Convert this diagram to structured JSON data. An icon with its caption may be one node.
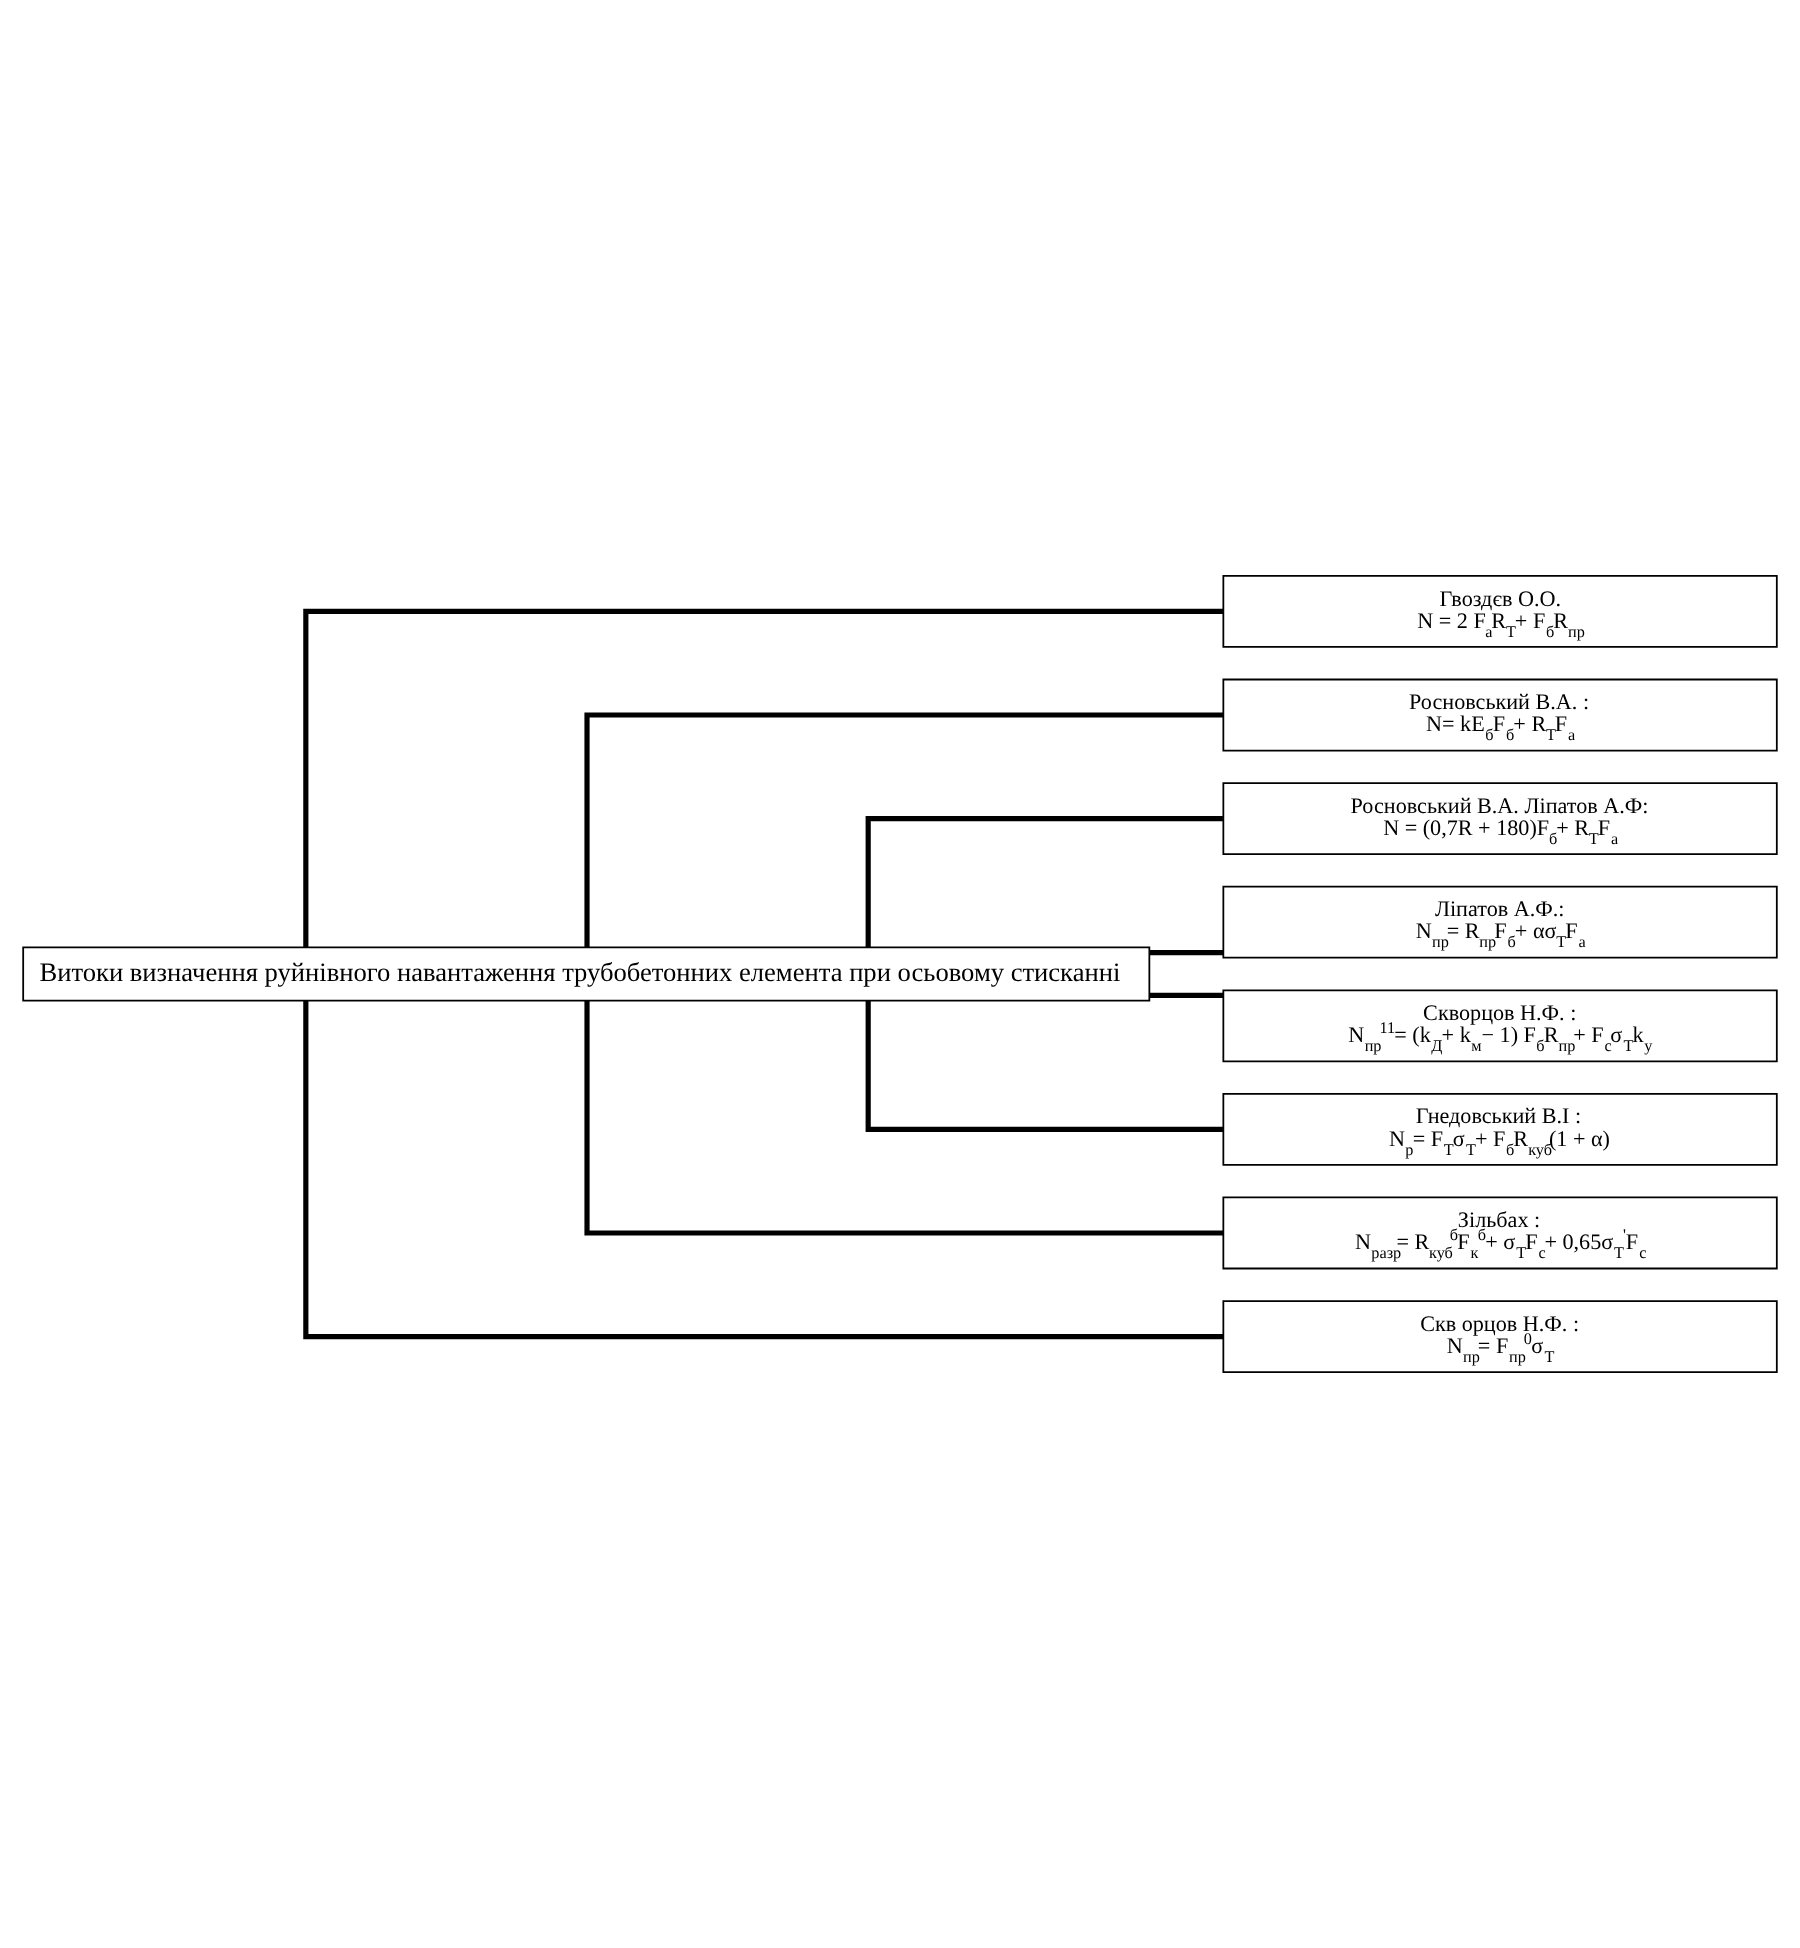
{
  "diagram": {
    "nodes": [
      {
        "text": [
          "Витоки визначення руйнівного навантаження трубобетонних елемента при осьовому стисканні"
        ]
      },
      {
        "text": [
          "Гвоздєв О.О.",
          "N = 2 F$_{a}$R$_{T}$+ F$_{б}$R$_{пр}$"
        ]
      },
      {
        "text": [
          "Росновський В.А. :",
          "N= kE$_{б}$F$_{б}$+ R$_{T}$F$_{a}$"
        ]
      },
      {
        "text": [
          "Росновський В.А. Ліпатов А.Ф:",
          "N = (0,7R + 180)F$_{б}$+ R$_{T}$F$_{a}$"
        ]
      },
      {
        "text": [
          "Ліпатов А.Ф.:",
          "N$_{пр}$= R$_{пр}$F$_{б}$+ ασ$_{T}$F$_{a}$"
        ]
      },
      {
        "text": [
          "Скворцов Н.Ф. :",
          "N$_{пр}$$^{11}$= (k$_{Д}$+ k$_{м}$− 1) F$_{б}$R$_{пр}$+ F$_{c}$σ$_{T}$k$_{у}$"
        ]
      },
      {
        "text": [
          "Гнедовський В.І :",
          "N$_{p}$= F$_{T}$σ$_{T}$+ F$_{б}$R$_{куб}$(1 + α)"
        ]
      },
      {
        "text": [
          "Зільбах :",
          "N$_{разр}$= R$_{куб}$$^{б}$F$_{к}$$^{б}$+ σ$_{T}$F$_{c}$+ 0,65σ$_{T}$$^{'}$F$_{c}$"
        ]
      },
      {
        "text": [
          "Скв орцов Н.Ф. :",
          "N$_{пр}$= F$_{пр}$$^{0}$σ$_{T}$"
        ]
      }
    ],
    "edges": [
      {
        "from": 0,
        "to": 1,
        "arrow": "none"
      },
      {
        "from": 0,
        "to": 2,
        "arrow": "none"
      },
      {
        "from": 0,
        "to": 3,
        "arrow": "none"
      },
      {
        "from": 0,
        "to": 4,
        "arrow": "none"
      },
      {
        "from": 0,
        "to": 5,
        "arrow": "none"
      },
      {
        "from": 0,
        "to": 6,
        "arrow": "none"
      },
      {
        "from": 0,
        "to": 7,
        "arrow": "none"
      },
      {
        "from": 0,
        "to": 8,
        "arrow": "none"
      }
    ]
  }
}
